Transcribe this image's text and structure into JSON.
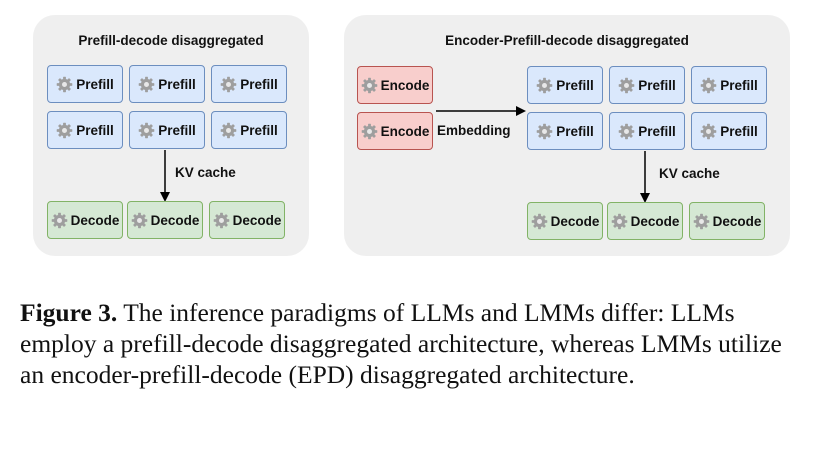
{
  "left_panel": {
    "title": "Prefill-decode disaggregated",
    "prefill_label": "Prefill",
    "decode_label": "Decode",
    "arrow_label": "KV cache"
  },
  "right_panel": {
    "title": "Encoder-Prefill-decode disaggregated",
    "encode_label": "Encode",
    "prefill_label": "Prefill",
    "decode_label": "Decode",
    "embedding_label": "Embedding",
    "arrow_label": "KV cache"
  },
  "caption": {
    "label": "Figure 3.",
    "text": " The inference paradigms of LLMs and LMMs differ: LLMs employ a prefill-decode disaggregated architecture, whereas LMMs utilize an encoder-prefill-decode (EPD) disaggregated architecture."
  },
  "colors": {
    "prefill_fill": "#dae8fc",
    "decode_fill": "#d5e8d4",
    "encode_fill": "#f8cecc",
    "gear": "#9e9e9e"
  },
  "icons": {
    "gear": "gear-icon"
  }
}
